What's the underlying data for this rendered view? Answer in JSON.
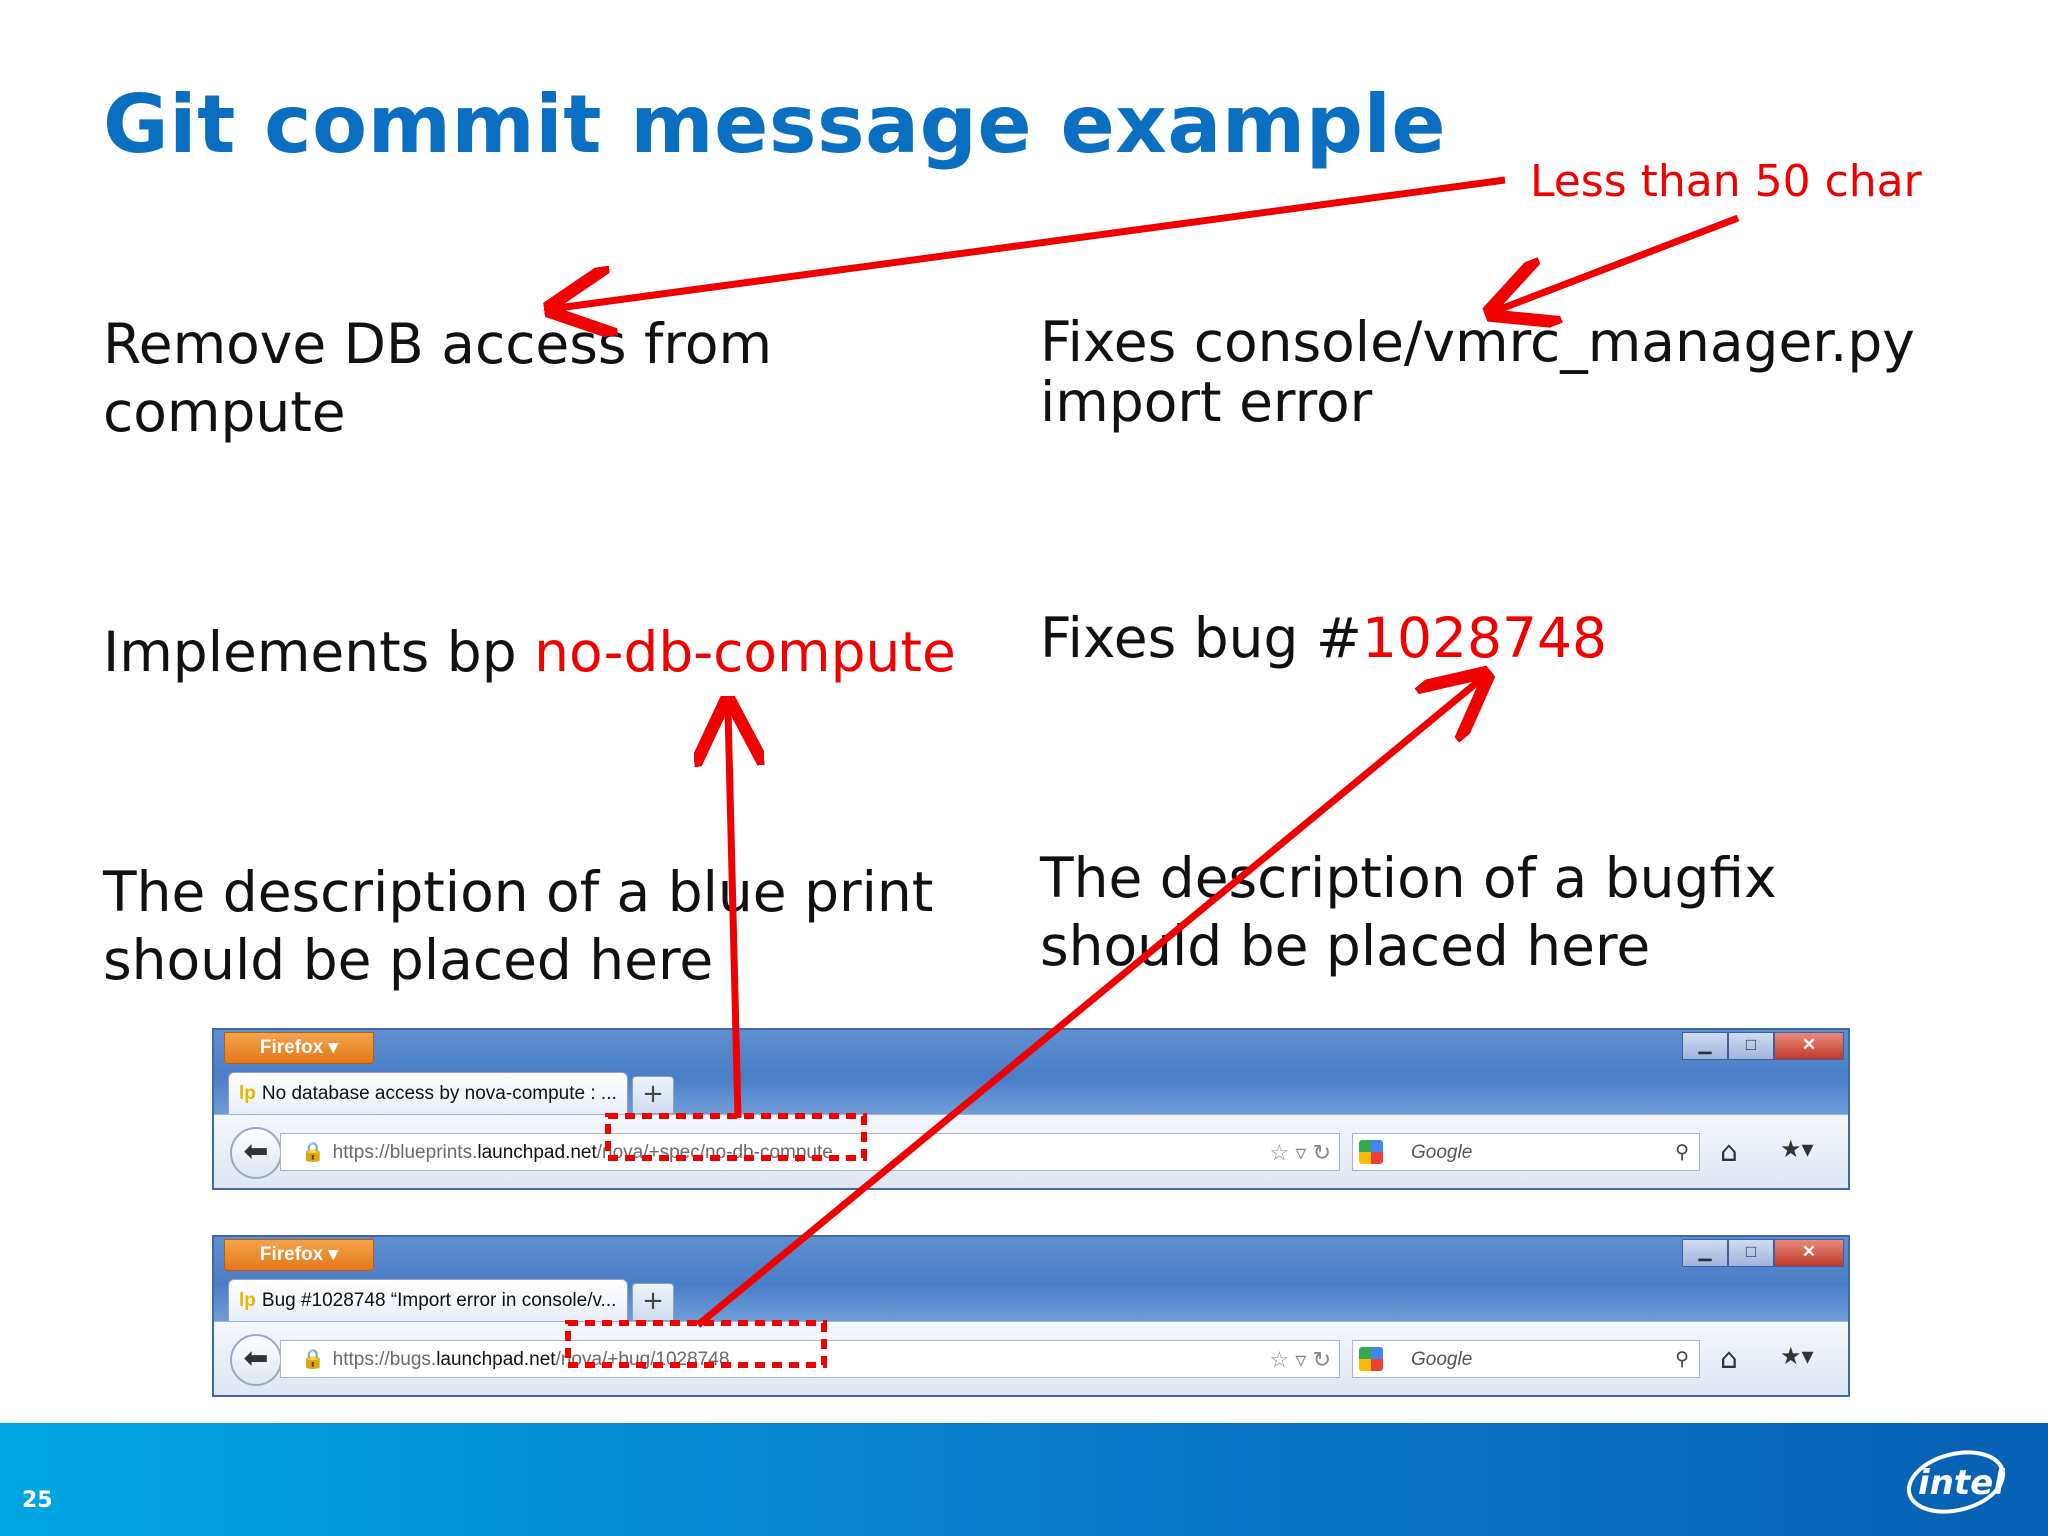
{
  "title": "Git commit message example",
  "annotation": "Less than 50 char",
  "left": {
    "summary_l1": "Remove DB access from",
    "summary_l2": "compute",
    "implements_prefix": "Implements bp ",
    "implements_link": "no-db-compute",
    "desc_l1": "The description of a blue print",
    "desc_l2": "should be placed here"
  },
  "right": {
    "summary_l1": "Fixes console/vmrc_manager.py",
    "summary_l2": "import error",
    "fixes_prefix": "Fixes bug #",
    "fixes_link": "1028748",
    "desc_l1": "The description of a bugfix",
    "desc_l2": "should be placed here"
  },
  "browser1": {
    "menu": "Firefox",
    "tab": "No database access by nova-compute : ...",
    "url_prefix": "https://blueprints.",
    "url_host": "launchpad.net",
    "url_path": "/nova/+spec/no-db-compute",
    "search_placeholder": "Google"
  },
  "browser2": {
    "menu": "Firefox",
    "tab": "Bug #1028748 “Import error in console/v...",
    "url_prefix": "https://bugs.",
    "url_host": "launchpad.net",
    "url_path": "/nova/+bug/1028748",
    "search_placeholder": "Google"
  },
  "footer": {
    "page_number": "25",
    "logo_text": "intel"
  },
  "colors": {
    "title": "#0b6fc1",
    "accent_red": "#f00000",
    "footer_blue": "#0a78c8"
  },
  "icons": [
    "back-arrow-icon",
    "lock-icon",
    "star-icon",
    "dropdown-icon",
    "reload-icon",
    "google-icon",
    "search-icon",
    "home-icon",
    "bookmarks-icon",
    "minimize-icon",
    "maximize-icon",
    "close-icon",
    "plus-icon"
  ]
}
